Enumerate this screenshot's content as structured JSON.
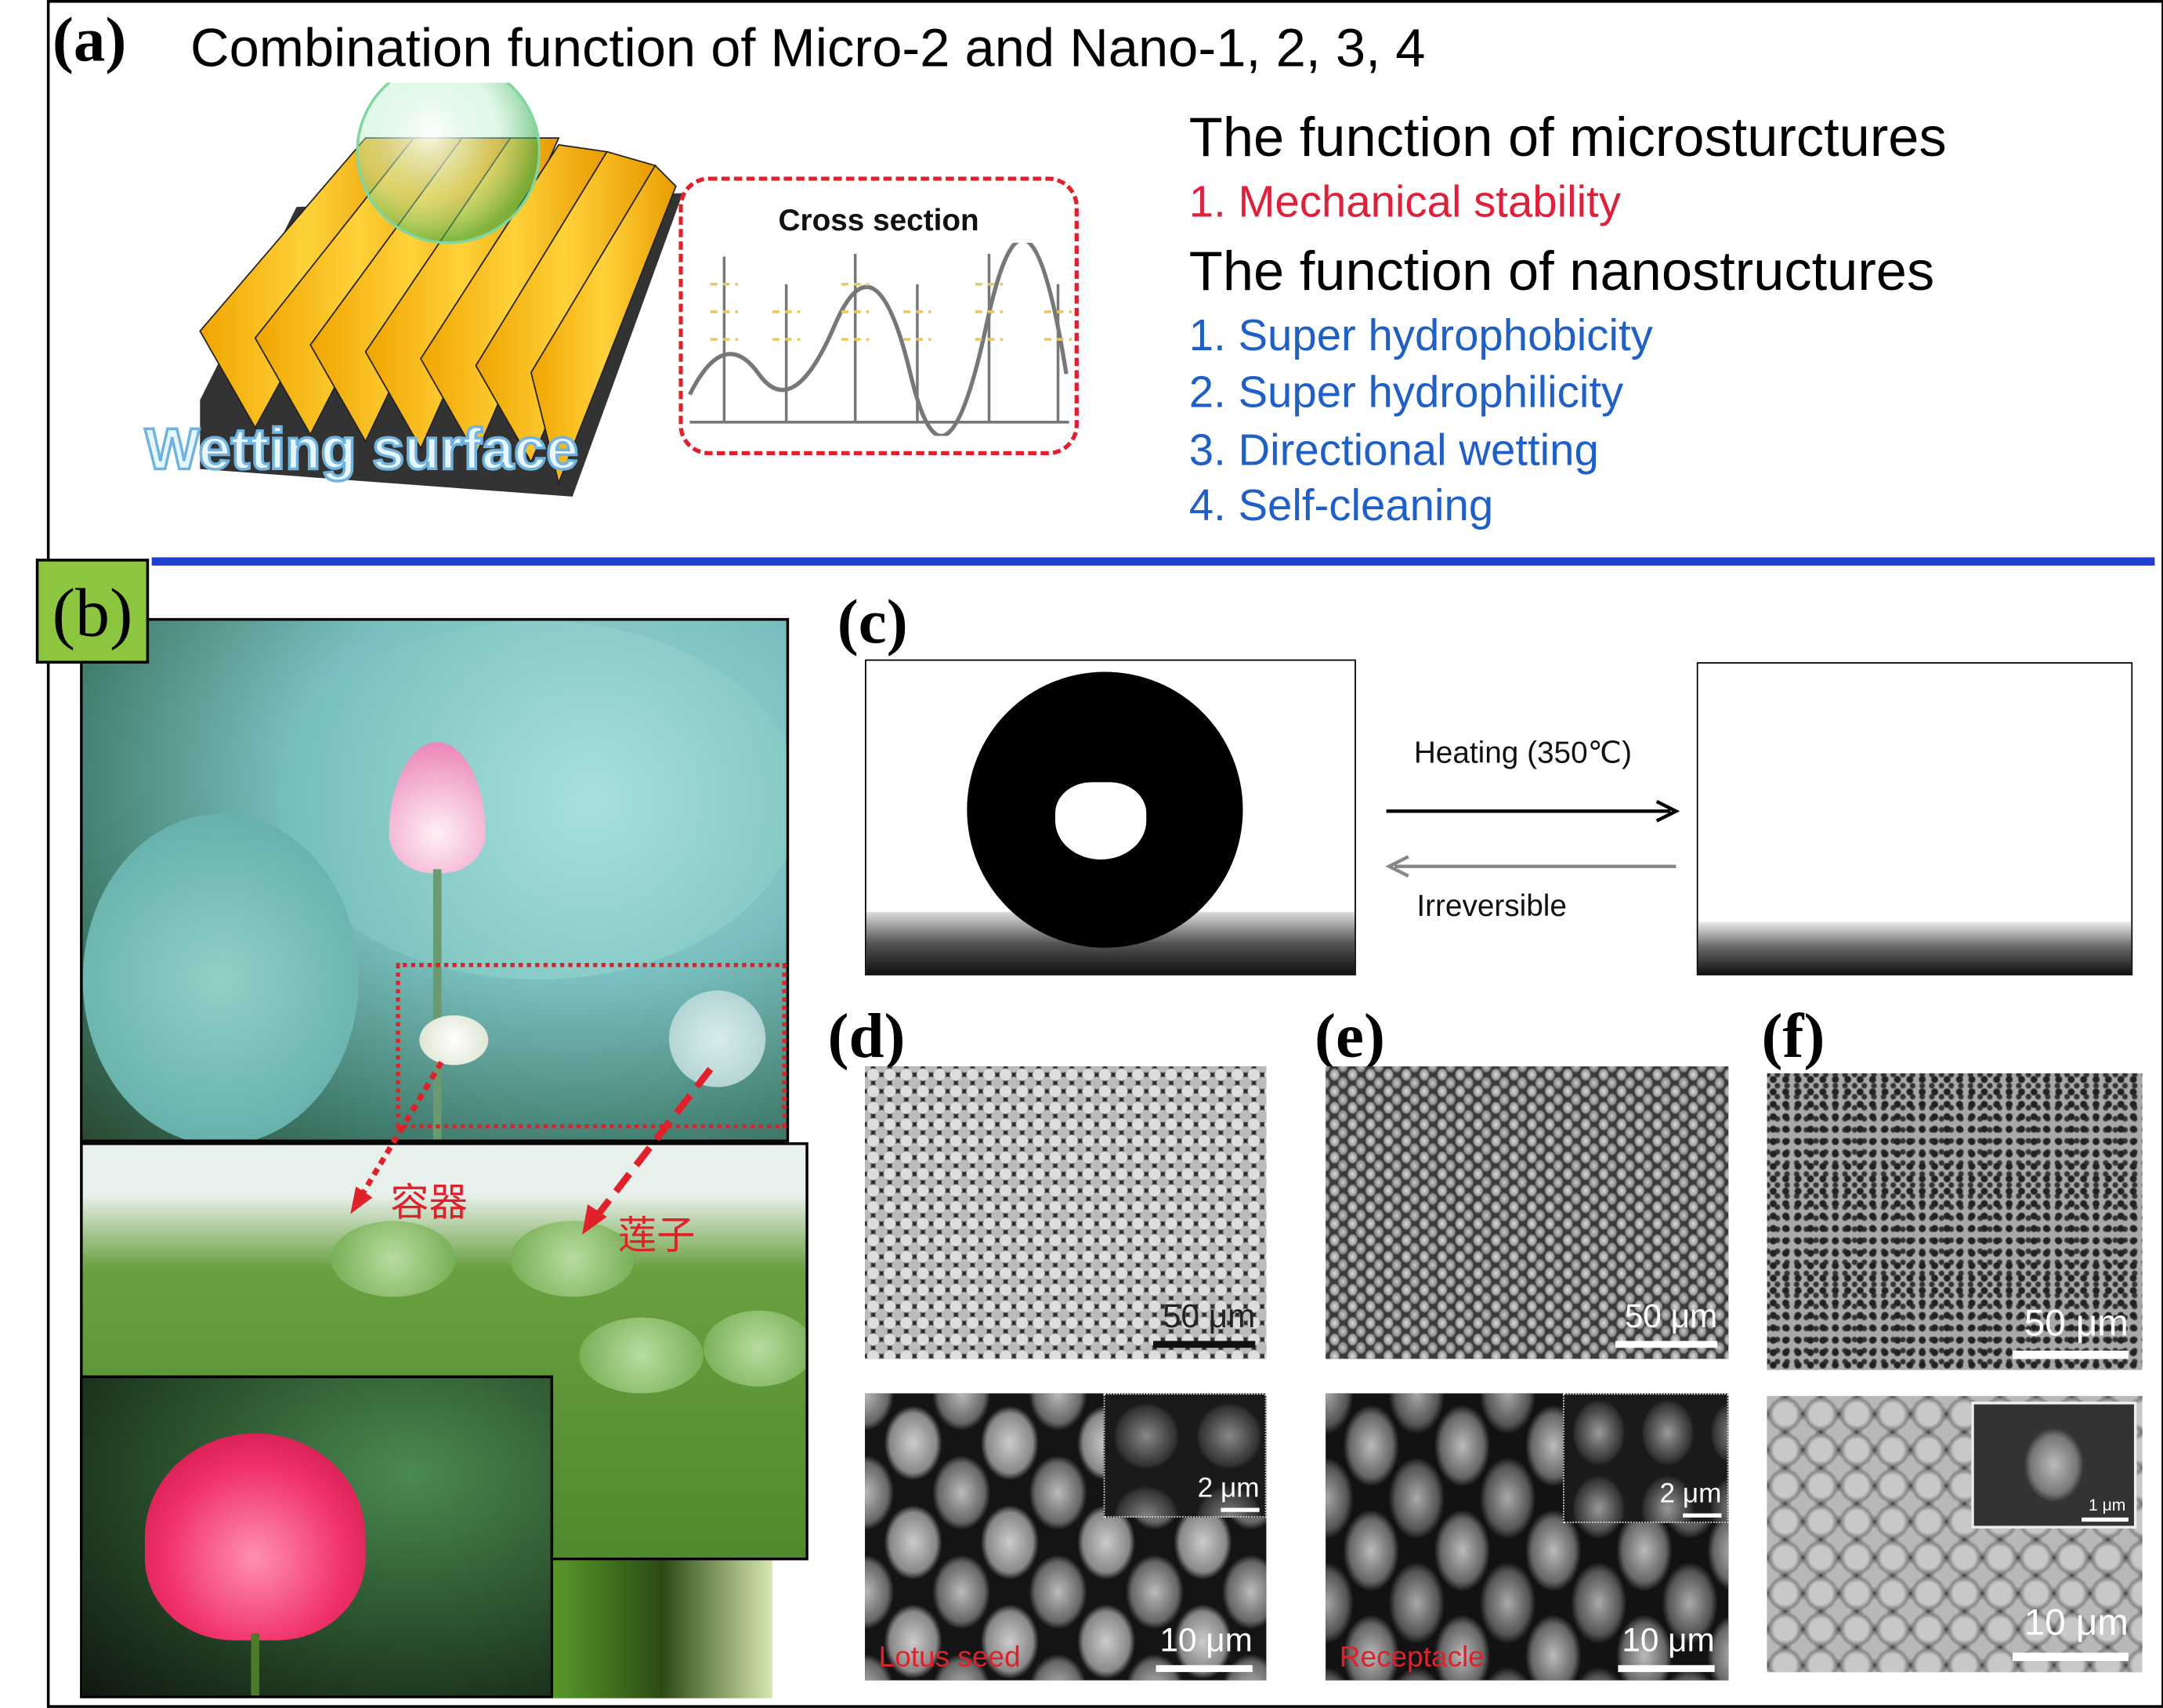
{
  "panel_a": {
    "label": "(a)",
    "title": "Combination function of Micro-2 and Nano-1, 2, 3, 4",
    "illustration_caption": "Wetting surface",
    "cross_section_label": "Cross section",
    "micro_heading": "The function of microsturctures",
    "micro_items": [
      "1. Mechanical stability"
    ],
    "nano_heading": "The function of nanostructures",
    "nano_items": [
      "1. Super hydrophobicity",
      "2. Super hydrophilicity",
      "3. Directional wetting",
      "4. Self-cleaning"
    ],
    "colors": {
      "micro": "#e0203a",
      "nano": "#1f5fc8",
      "divider": "#1f3fd0"
    }
  },
  "panel_b": {
    "label": "(b)",
    "annotations": [
      "容器",
      "莲子"
    ],
    "label_bg": "#8cc63f"
  },
  "panel_c": {
    "label": "(c)",
    "forward_label": "Heating (350℃)",
    "reverse_label": "Irreversible"
  },
  "panel_d": {
    "label": "(d)",
    "top_scale": "50 μm",
    "bottom_scale": "10 μm",
    "inset_scale": "2 μm",
    "caption": "Lotus seed"
  },
  "panel_e": {
    "label": "(e)",
    "top_scale": "50 μm",
    "bottom_scale": "10 μm",
    "inset_scale": "2 μm",
    "caption": "Receptacle"
  },
  "panel_f": {
    "label": "(f)",
    "top_scale": "50 μm",
    "bottom_scale": "10 μm",
    "inset_scale": "1 μm"
  }
}
